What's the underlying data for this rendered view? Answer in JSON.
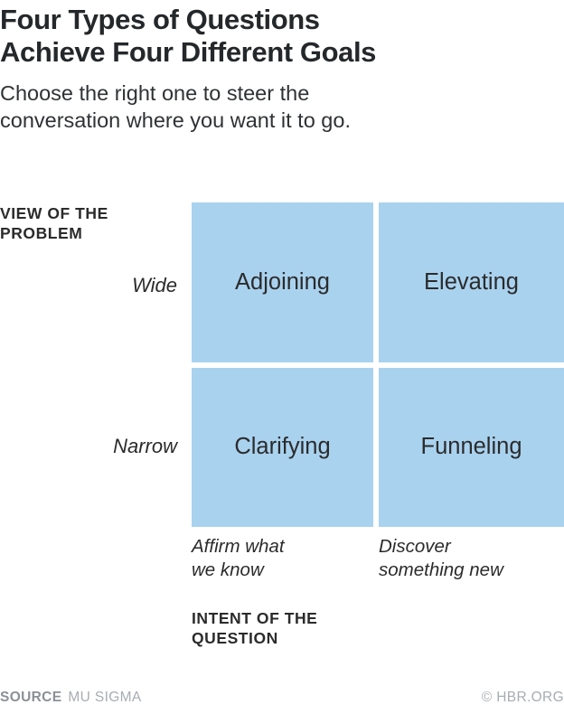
{
  "header": {
    "title": "Four Types of Questions\nAchieve Four Different Goals",
    "subtitle": "Choose the right one to steer the\nconversation where you want it to go."
  },
  "chart_data": {
    "type": "table",
    "title": "Four Types of Questions Achieve Four Different Goals",
    "subtitle": "Choose the right one to steer the conversation where you want it to go.",
    "xlabel": "INTENT OF THE QUESTION",
    "ylabel": "VIEW OF THE PROBLEM",
    "x_categories": [
      "Affirm what\nwe know",
      "Discover\nsomething new"
    ],
    "y_categories": [
      "Wide",
      "Narrow"
    ],
    "cells": [
      [
        "Adjoining",
        "Elevating"
      ],
      [
        "Clarifying",
        "Funneling"
      ]
    ],
    "cell_color": "#a9d2ef",
    "grid": false,
    "legend": "none"
  },
  "matrix": {
    "y_axis_title": "VIEW OF THE\nPROBLEM",
    "x_axis_title": "INTENT OF THE\nQUESTION",
    "y_ticks": [
      "Wide",
      "Narrow"
    ],
    "x_ticks": [
      "Affirm what\nwe know",
      "Discover\nsomething new"
    ],
    "quadrants": [
      {
        "label": "Adjoining",
        "row": "Wide",
        "column": "Affirm what we know"
      },
      {
        "label": "Elevating",
        "row": "Wide",
        "column": "Discover something new"
      },
      {
        "label": "Clarifying",
        "row": "Narrow",
        "column": "Affirm what we know"
      },
      {
        "label": "Funneling",
        "row": "Narrow",
        "column": "Discover something new"
      }
    ]
  },
  "footer": {
    "source_label": "SOURCE",
    "source_value": "MU SIGMA",
    "copyright": "© HBR.ORG"
  },
  "colors": {
    "quadrant_fill": "#a9d2ef",
    "text_primary": "#2b2b2b",
    "footer_label": "#8b9095",
    "footer_value": "#a8adb1"
  }
}
